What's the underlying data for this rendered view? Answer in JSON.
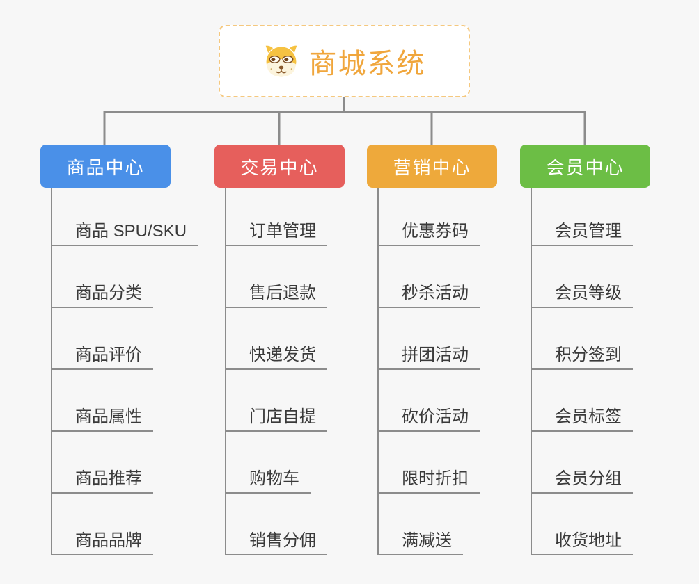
{
  "root": {
    "title": "商城系统",
    "icon": "dog-face-icon",
    "accent_color": "#F0A63C",
    "border_color": "#F5C87E"
  },
  "colors": {
    "background": "#F7F7F7",
    "connector": "#8C8C8C",
    "item_text": "#3A3A3A"
  },
  "branches": [
    {
      "label": "商品中心",
      "color": "#4A90E8",
      "children": [
        "商品 SPU/SKU",
        "商品分类",
        "商品评价",
        "商品属性",
        "商品推荐",
        "商品品牌"
      ]
    },
    {
      "label": "交易中心",
      "color": "#E65F5C",
      "children": [
        "订单管理",
        "售后退款",
        "快递发货",
        "门店自提",
        "购物车",
        "销售分佣"
      ]
    },
    {
      "label": "营销中心",
      "color": "#EEA93B",
      "children": [
        "优惠券码",
        "秒杀活动",
        "拼团活动",
        "砍价活动",
        "限时折扣",
        "满减送"
      ]
    },
    {
      "label": "会员中心",
      "color": "#6CBE45",
      "children": [
        "会员管理",
        "会员等级",
        "积分签到",
        "会员标签",
        "会员分组",
        "收货地址"
      ]
    }
  ]
}
